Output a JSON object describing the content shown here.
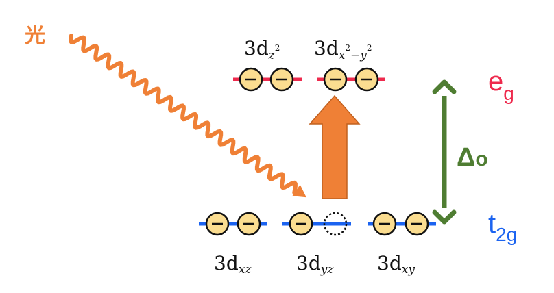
{
  "light_label": "光",
  "eg": {
    "main": "e",
    "sub": "g"
  },
  "t2g": {
    "main": "t",
    "sub": "2g"
  },
  "delta": {
    "main": "Δ",
    "sub": "o"
  },
  "orbitals": {
    "z2": {
      "base": "3d",
      "sub": "z",
      "sup": "2"
    },
    "x2y2": {
      "base": "3d",
      "sub_a": "x",
      "sup_a": "2",
      "minus": "−",
      "sub_b": "y",
      "sup_b": "2"
    },
    "xz": {
      "base": "3d",
      "sub": "xz"
    },
    "yz": {
      "base": "3d",
      "sub": "yz"
    },
    "xy": {
      "base": "3d",
      "sub": "xy"
    }
  },
  "electron_symbol": "⊖",
  "colors": {
    "eg": "#ee2a4d",
    "t2g": "#1b63f0",
    "light": "#ef8036",
    "delta": "#4f7d32",
    "electron_fill": "#fbdd90"
  }
}
